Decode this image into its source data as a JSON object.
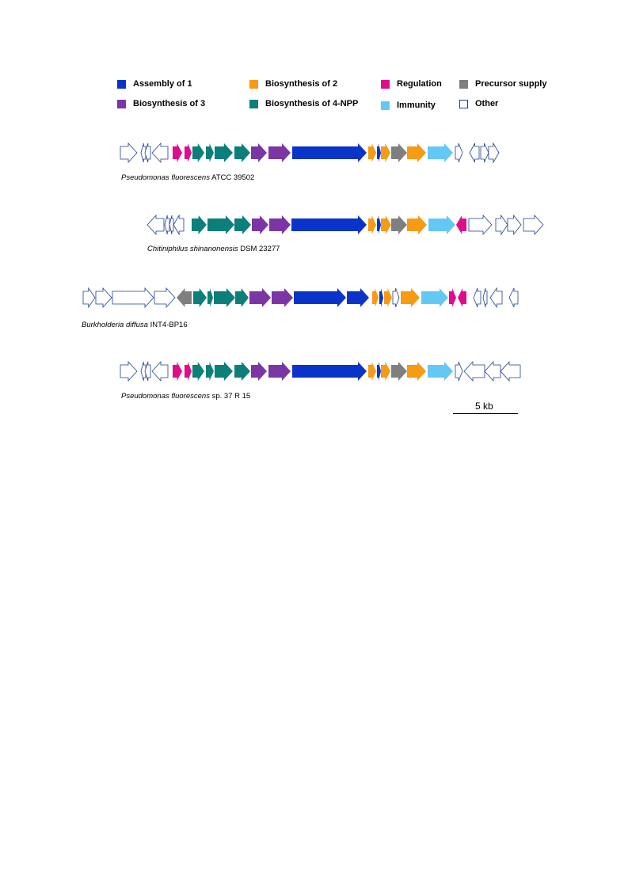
{
  "colors": {
    "assembly": "#0a34c9",
    "biosynthesis_2": "#f79a14",
    "regulation": "#df0c8c",
    "precursor": "#7f7f7f",
    "biosynthesis_3": "#7b35a5",
    "biosynthesis_4npp": "#0c7f7a",
    "immunity": "#64c8f4",
    "other": "#ffffff",
    "outline": "#1f3f8f"
  },
  "legend": [
    {
      "label": "Assembly of 1",
      "category": "assembly"
    },
    {
      "label": "Biosynthesis of 2",
      "category": "biosynthesis_2"
    },
    {
      "label": "Regulation",
      "category": "regulation"
    },
    {
      "label": "Precursor supply",
      "category": "precursor"
    },
    {
      "label": "Biosynthesis of 3",
      "category": "biosynthesis_3"
    },
    {
      "label": "Biosynthesis of 4-NPP",
      "category": "biosynthesis_4npp"
    },
    {
      "label": "Immunity",
      "category": "immunity"
    },
    {
      "label": "Other",
      "category": "other"
    }
  ],
  "clusters": [
    {
      "species": "Pseudomonas fluorescens",
      "strain": "ATCC 39502",
      "genes": [
        [
          "other",
          "+"
        ],
        [
          "other",
          "-"
        ],
        [
          "other",
          "-"
        ],
        [
          "other",
          "-"
        ],
        [
          "regulation",
          "+"
        ],
        [
          "regulation",
          "+"
        ],
        [
          "biosynthesis_4npp",
          "+"
        ],
        [
          "biosynthesis_4npp",
          "+"
        ],
        [
          "biosynthesis_4npp",
          "+"
        ],
        [
          "biosynthesis_4npp",
          "+"
        ],
        [
          "biosynthesis_3",
          "+"
        ],
        [
          "biosynthesis_3",
          "+"
        ],
        [
          "assembly",
          "+"
        ],
        [
          "biosynthesis_2",
          "+"
        ],
        [
          "assembly",
          "+"
        ],
        [
          "biosynthesis_2",
          "+"
        ],
        [
          "precursor",
          "+"
        ],
        [
          "biosynthesis_2",
          "+"
        ],
        [
          "immunity",
          "+"
        ],
        [
          "other",
          "+"
        ],
        [
          "other",
          "-"
        ],
        [
          "other",
          "+"
        ],
        [
          "other",
          "+"
        ]
      ]
    },
    {
      "species": "Chitiniphilus shinanonensis",
      "strain": "DSM 23277",
      "genes": [
        [
          "other",
          "-"
        ],
        [
          "other",
          "-"
        ],
        [
          "other",
          "-"
        ],
        [
          "other",
          "-"
        ],
        [
          "biosynthesis_4npp",
          "+"
        ],
        [
          "biosynthesis_4npp",
          "+"
        ],
        [
          "biosynthesis_4npp",
          "+"
        ],
        [
          "biosynthesis_3",
          "+"
        ],
        [
          "biosynthesis_3",
          "+"
        ],
        [
          "assembly",
          "+"
        ],
        [
          "biosynthesis_2",
          "+"
        ],
        [
          "assembly",
          "+"
        ],
        [
          "biosynthesis_2",
          "+"
        ],
        [
          "precursor",
          "+"
        ],
        [
          "biosynthesis_2",
          "+"
        ],
        [
          "immunity",
          "+"
        ],
        [
          "regulation",
          "-"
        ],
        [
          "other",
          "+"
        ],
        [
          "other",
          "+"
        ],
        [
          "other",
          "+"
        ],
        [
          "other",
          "+"
        ]
      ]
    },
    {
      "species": "Burkholderia diffusa",
      "strain": "INT4-BP16",
      "genes": [
        [
          "other",
          "+"
        ],
        [
          "other",
          "+"
        ],
        [
          "other",
          "+"
        ],
        [
          "other",
          "+"
        ],
        [
          "precursor",
          "-"
        ],
        [
          "biosynthesis_4npp",
          "+"
        ],
        [
          "biosynthesis_4npp",
          "+"
        ],
        [
          "biosynthesis_4npp",
          "+"
        ],
        [
          "biosynthesis_4npp",
          "+"
        ],
        [
          "biosynthesis_3",
          "+"
        ],
        [
          "biosynthesis_3",
          "+"
        ],
        [
          "assembly",
          "+"
        ],
        [
          "assembly",
          "+"
        ],
        [
          "biosynthesis_2",
          "+"
        ],
        [
          "assembly",
          "+"
        ],
        [
          "biosynthesis_2",
          "+"
        ],
        [
          "other",
          "+"
        ],
        [
          "biosynthesis_2",
          "+"
        ],
        [
          "immunity",
          "+"
        ],
        [
          "regulation",
          "+"
        ],
        [
          "regulation",
          "-"
        ],
        [
          "other",
          "-"
        ],
        [
          "other",
          "-"
        ],
        [
          "other",
          "-"
        ],
        [
          "other",
          "-"
        ]
      ]
    },
    {
      "species": "Pseudomonas fluorescens",
      "strain": "sp. 37 R 15",
      "genes": [
        [
          "other",
          "+"
        ],
        [
          "other",
          "-"
        ],
        [
          "other",
          "-"
        ],
        [
          "other",
          "-"
        ],
        [
          "regulation",
          "+"
        ],
        [
          "regulation",
          "+"
        ],
        [
          "biosynthesis_4npp",
          "+"
        ],
        [
          "biosynthesis_4npp",
          "+"
        ],
        [
          "biosynthesis_4npp",
          "+"
        ],
        [
          "biosynthesis_4npp",
          "+"
        ],
        [
          "biosynthesis_3",
          "+"
        ],
        [
          "biosynthesis_3",
          "+"
        ],
        [
          "assembly",
          "+"
        ],
        [
          "biosynthesis_2",
          "+"
        ],
        [
          "assembly",
          "+"
        ],
        [
          "biosynthesis_2",
          "+"
        ],
        [
          "precursor",
          "+"
        ],
        [
          "biosynthesis_2",
          "+"
        ],
        [
          "immunity",
          "+"
        ],
        [
          "other",
          "+"
        ],
        [
          "other",
          "-"
        ],
        [
          "other",
          "-"
        ],
        [
          "other",
          "-"
        ]
      ]
    }
  ],
  "scale": {
    "label": "5 kb"
  }
}
